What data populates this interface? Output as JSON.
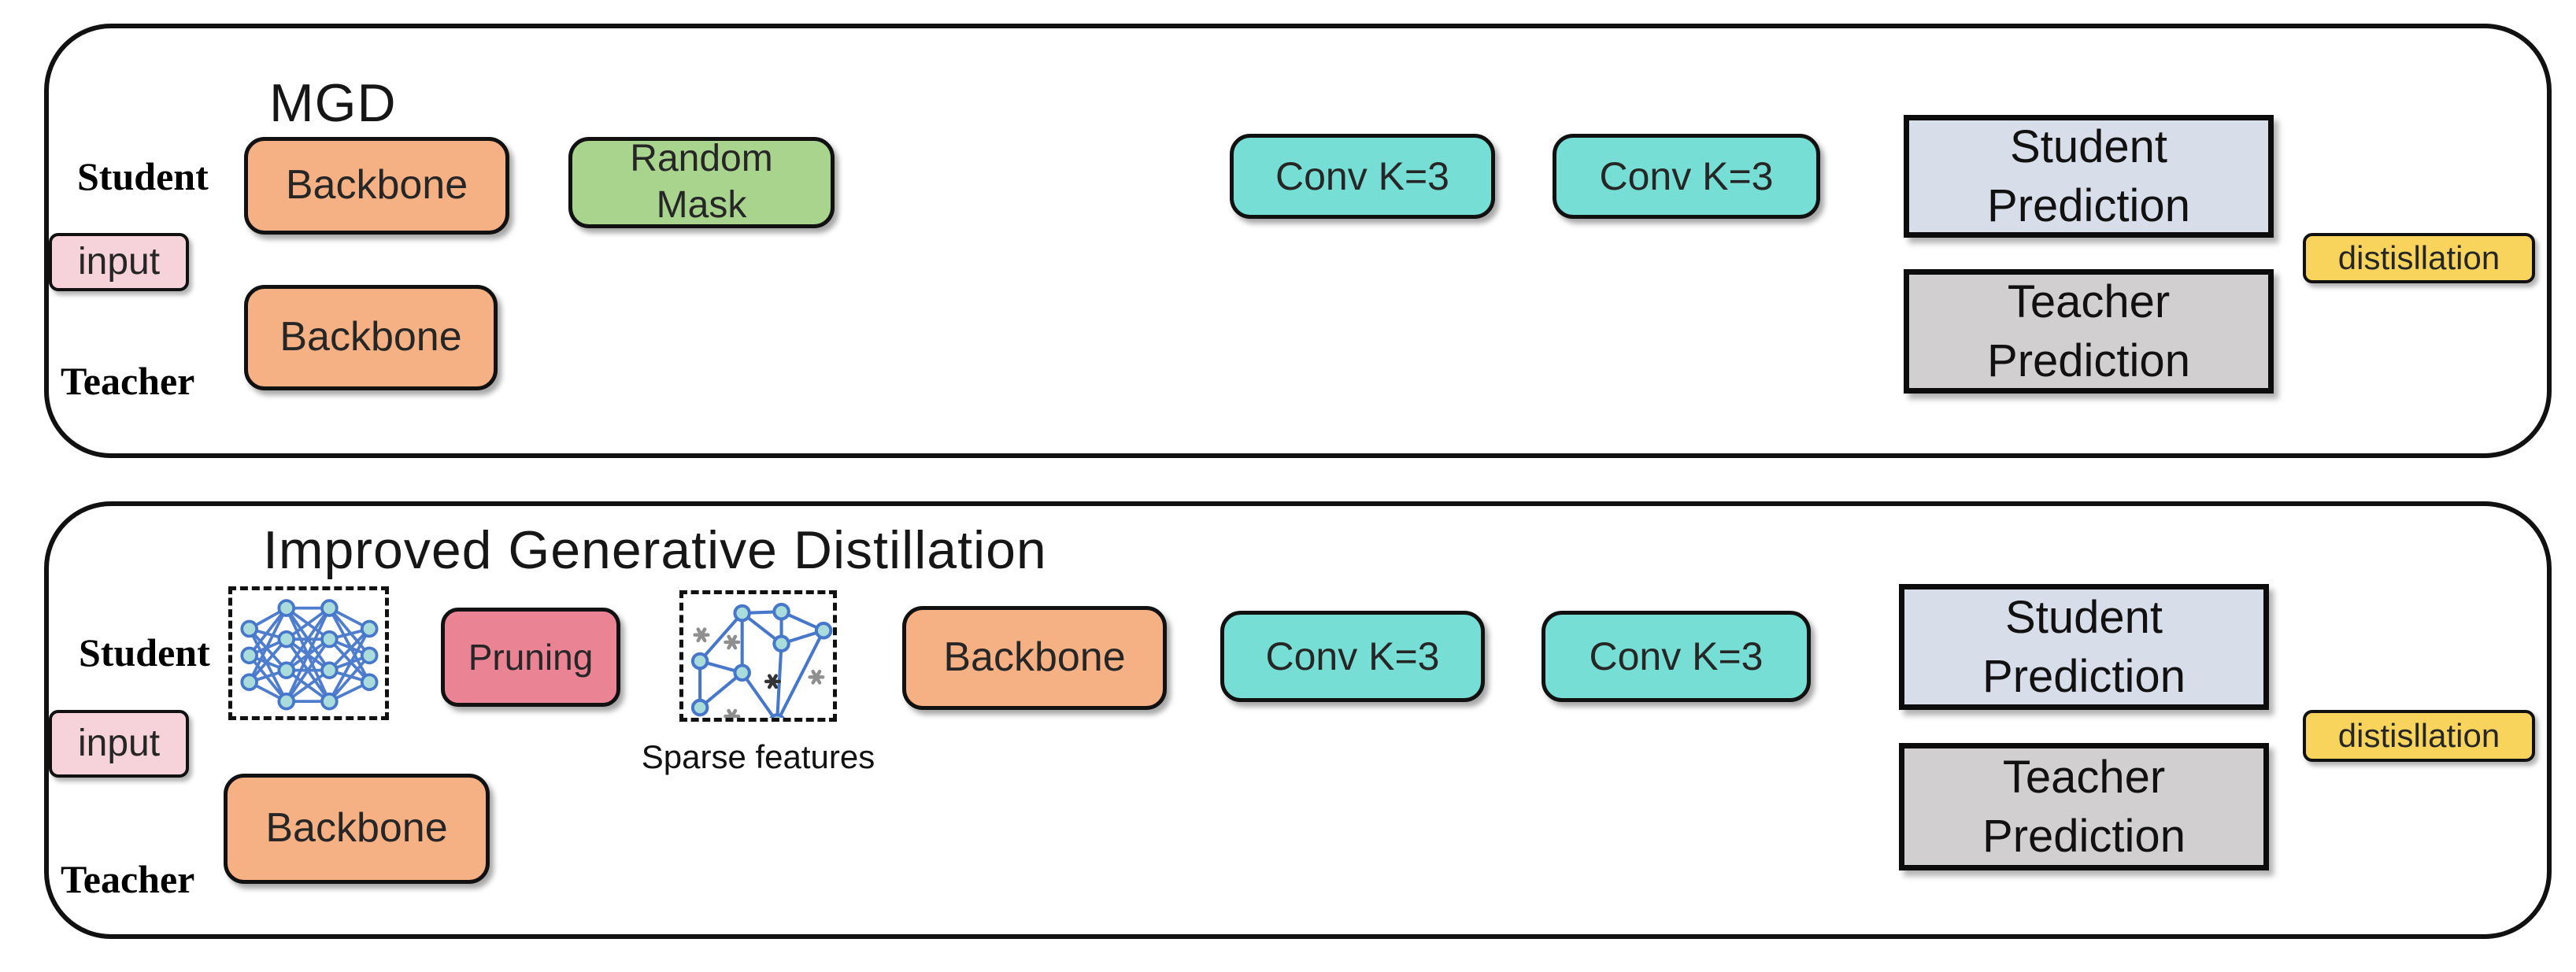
{
  "figure": {
    "description": "Comparison diagram of MGD and Improved Generative Distillation pipelines"
  },
  "colors": {
    "backbone": "#f5b183",
    "random_mask": "#a8d48e",
    "conv": "#76ded4",
    "student_prediction": "#d7dde9",
    "teacher_prediction": "#d1cfcf",
    "distillation": "#f9d45c",
    "input": "#f6d3da",
    "pruning": "#ea8495",
    "network_node": "#a9dcda",
    "network_edge": "#4677cb",
    "outline": "#141414"
  },
  "icons": {
    "dense_network": "dense-network-icon",
    "sparse_network": "sparse-network-icon"
  },
  "panels": {
    "mgd": {
      "title": "MGD",
      "student_row_label": "Student",
      "teacher_row_label": "Teacher",
      "input_label": "input",
      "student_backbone_label": "Backbone",
      "random_mask_label": [
        "Random",
        "Mask"
      ],
      "conv_first_label": "Conv K=3",
      "conv_second_label": "Conv K=3",
      "student_prediction_label": [
        "Student",
        "Prediction"
      ],
      "teacher_backbone_label": "Backbone",
      "teacher_prediction_label": [
        "Teacher",
        "Prediction"
      ],
      "distillation_label": "distisllation"
    },
    "improved": {
      "title": "Improved Generative Distillation",
      "student_row_label": "Student",
      "teacher_row_label": "Teacher",
      "input_label": "input",
      "pruning_label": "Pruning",
      "sparse_features_caption": "Sparse features",
      "student_backbone_label": "Backbone",
      "conv_first_label": "Conv K=3",
      "conv_second_label": "Conv K=3",
      "student_prediction_label": [
        "Student",
        "Prediction"
      ],
      "teacher_backbone_label": "Backbone",
      "teacher_prediction_label": [
        "Teacher",
        "Prediction"
      ],
      "distillation_label": "distisllation"
    }
  }
}
